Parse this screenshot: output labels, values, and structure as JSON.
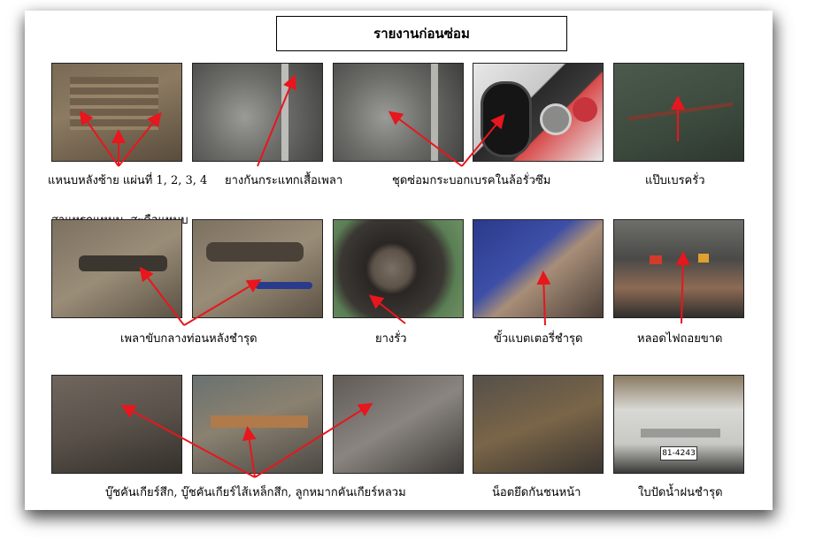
{
  "title": "รายงานก่อนซ่อม",
  "row1": {
    "cap1": "แหนบหลังซ้าย แผ่นที่ 1, 2, 3, 4",
    "cap2": "ยางกันกระแทกเสื้อเพลา",
    "cap3": "ชุดซ่อมกระบอกเบรคในล้อรั่วซึม",
    "cap4": "แป๊บเบรครั่ว"
  },
  "row2": {
    "overlap": "สาแหรกแหนบ, สะดือแหนบ",
    "cap1": "เพลาขับกลางท่อนหลังชำรุด",
    "cap2": "ยางรั่ว",
    "cap3": "ขั้วแบตเตอรี่ชำรุด",
    "cap4": "หลอดไฟถอยขาด"
  },
  "row3": {
    "cap1": "บู๊ชคันเกียร์สึก, บู๊ชคันเกียร์ไส้เหล็กสึก, ลูกหมากคันเกียร์หลวม",
    "cap2": "น็อตยึดกันชนหน้า",
    "cap3": "ใบปัดน้ำฝนชำรุด"
  },
  "plate_text": "81-4243",
  "colors": {
    "arrow": "#e8161d"
  }
}
